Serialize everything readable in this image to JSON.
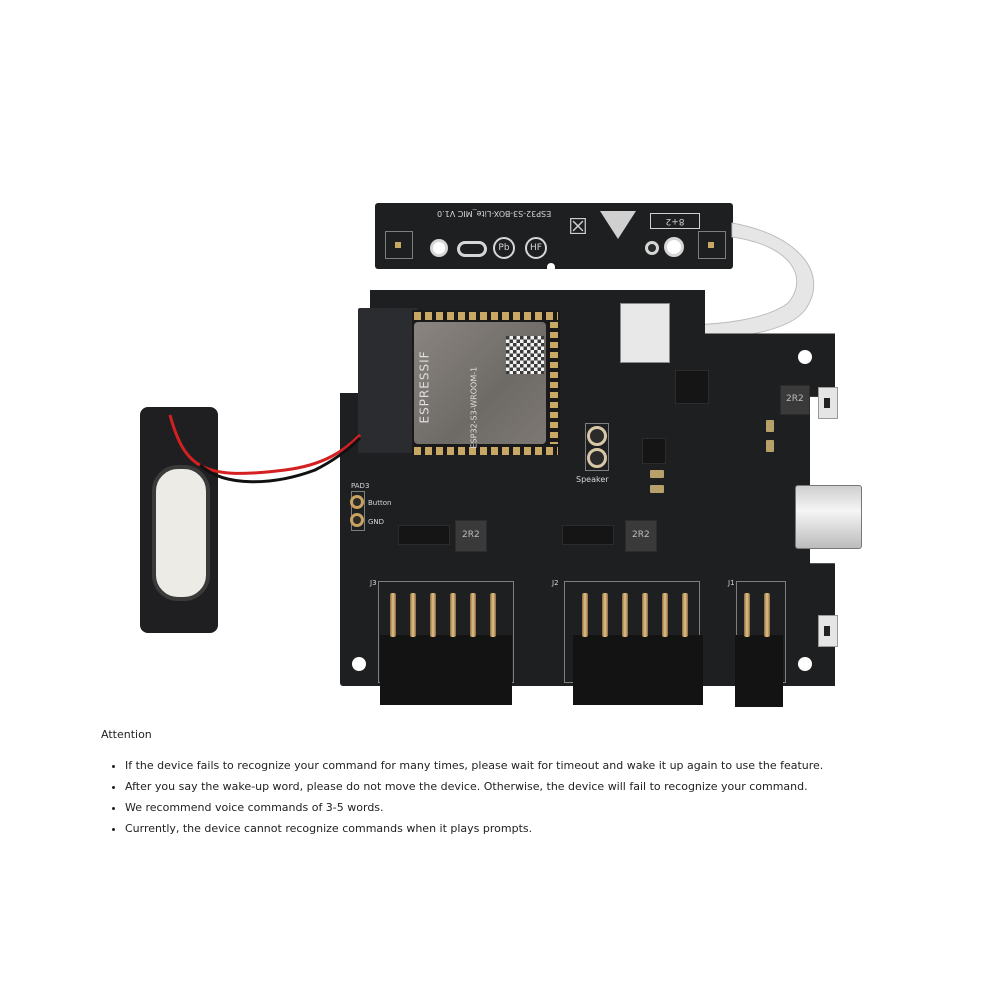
{
  "product_image": {
    "alt": "ESP32-S3-BOX-Lite board with microphone board, speaker and PMOD headers",
    "mic_board": {
      "label": "ESP32-S3-BOX-Lite_MIC V1.0",
      "badge": "8+2",
      "markings": [
        "Pb",
        "HF"
      ]
    },
    "module": {
      "brand": "ESPRESSIF",
      "model": "ESP32-S3-WROOM-1"
    },
    "silkscreen": {
      "pad_label": "PAD3",
      "button_pad": "Button",
      "gnd_pad": "GND",
      "speaker_label": "Speaker",
      "inductor_value": "2R2",
      "header_labels": [
        "J3",
        "J2",
        "J1"
      ]
    },
    "colors": {
      "pcb": "#1e1f21",
      "gold": "#c9a865",
      "silk": "#d8d8d8",
      "speaker_wire_red": "#d42020",
      "speaker_wire_black": "#111111",
      "flex_cable": "#e6e6e6",
      "flex_stiffener": "#2f8fe0"
    }
  },
  "attention": {
    "title": "Attention",
    "items": [
      "If the device fails to recognize your command for many times, please wait for timeout and wake it up again to use the feature.",
      "After you say the wake-up word, please do not move the device. Otherwise, the device will fail to recognize your command.",
      "We recommend voice commands of 3-5 words.",
      "Currently, the device cannot recognize commands when it plays prompts."
    ]
  }
}
